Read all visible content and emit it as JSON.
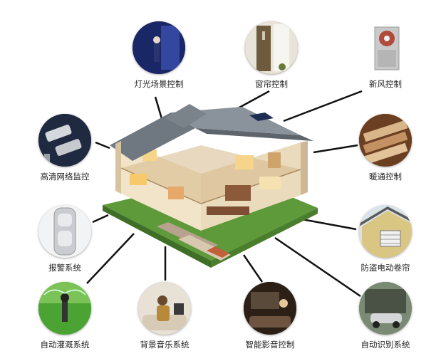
{
  "nodes": [
    {
      "id": "lighting",
      "label": "灯光场景控制",
      "icon": "figure-in-dark-room-icon",
      "tone": "#1d2b6b"
    },
    {
      "id": "curtain",
      "label": "窗帘控制",
      "icon": "curtain-window-icon",
      "tone": "#8a7a5a"
    },
    {
      "id": "fresh_air",
      "label": "新风控制",
      "icon": "air-unit-icon",
      "tone": "#b9b9b9"
    },
    {
      "id": "hvac",
      "label": "暖通控制",
      "icon": "heating-radiator-icon",
      "tone": "#a86a3a"
    },
    {
      "id": "shutter",
      "label": "防盗电动卷帘",
      "icon": "house-shutter-icon",
      "tone": "#d6c07a"
    },
    {
      "id": "recognition",
      "label": "自动识别系统",
      "icon": "garage-car-icon",
      "tone": "#6f7f6f"
    },
    {
      "id": "av",
      "label": "智能影音控制",
      "icon": "home-theater-icon",
      "tone": "#3a2a1e"
    },
    {
      "id": "music",
      "label": "背景音乐系统",
      "icon": "woman-listening-music-icon",
      "tone": "#c9b59a"
    },
    {
      "id": "irrigation",
      "label": "自动灌溉系统",
      "icon": "sprinkler-lawn-icon",
      "tone": "#3f8a2a"
    },
    {
      "id": "alarm",
      "label": "报警系统",
      "icon": "motion-sensor-icon",
      "tone": "#cfd2d6"
    },
    {
      "id": "cctv",
      "label": "高清网络监控",
      "icon": "security-camera-icon",
      "tone": "#2c3a55"
    }
  ]
}
